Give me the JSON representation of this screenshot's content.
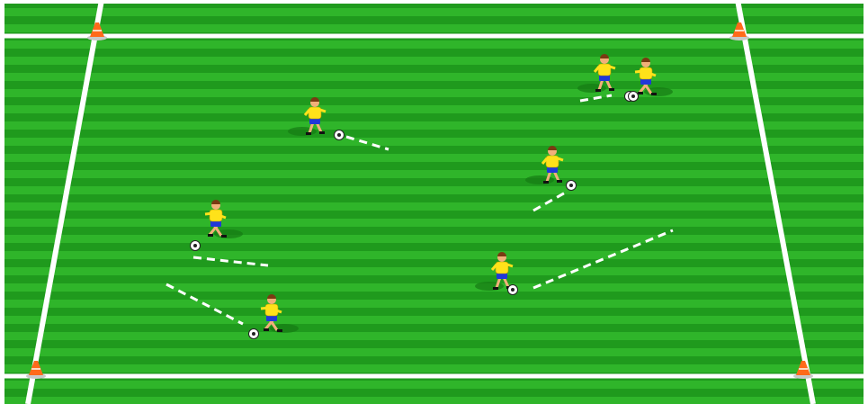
{
  "diagram": {
    "colors": {
      "grass_light": "#2fb52a",
      "grass_dark": "#1f9a1d",
      "line": "#ffffff",
      "cone": "#ff6a1a",
      "shirt": "#ffe21a",
      "shorts": "#2038d8",
      "skin": "#f2b07a",
      "hair": "#7a3a12",
      "ball": "#ffffff",
      "shadow": "#157a14"
    },
    "cones": [
      {
        "id": "top-left"
      },
      {
        "id": "top-right"
      },
      {
        "id": "bottom-left"
      },
      {
        "id": "bottom-right"
      }
    ],
    "players": [
      {
        "id": "player-1"
      },
      {
        "id": "player-2"
      },
      {
        "id": "player-3"
      },
      {
        "id": "player-4"
      },
      {
        "id": "player-5"
      },
      {
        "id": "player-6"
      },
      {
        "id": "player-7"
      },
      {
        "id": "player-8"
      }
    ]
  }
}
